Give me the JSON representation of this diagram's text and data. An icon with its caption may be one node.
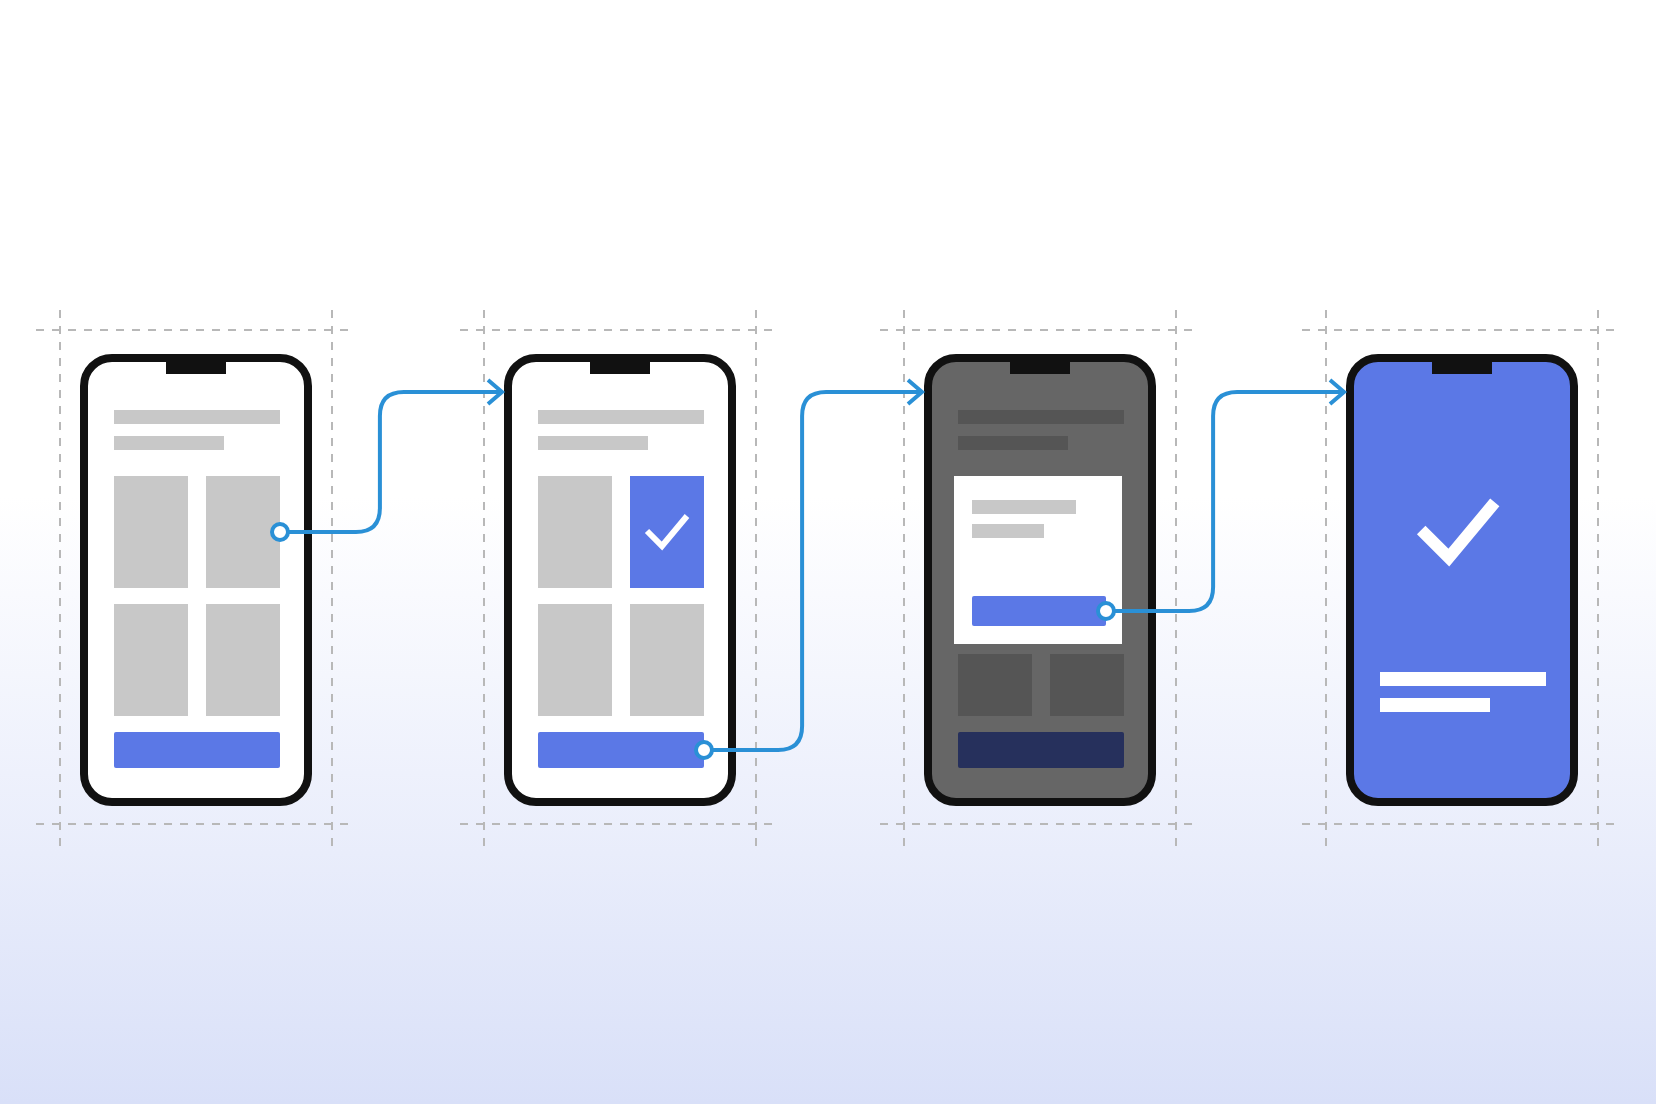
{
  "diagram": {
    "nodes": [
      {
        "text": [],
        "shape": "picture"
      },
      {
        "text": [],
        "shape": "box",
        "in": 0
      },
      {
        "text": [],
        "shape": "box",
        "in": 0
      },
      {
        "text": [],
        "shape": "box",
        "in": 0
      },
      {
        "text": [],
        "shape": "box",
        "in": 0
      },
      {
        "text": [],
        "shape": "bar",
        "in": 0
      },
      {
        "text": [],
        "shape": "picture"
      },
      {
        "text": [],
        "shape": "box",
        "in": 6
      },
      {
        "text": [],
        "shape": "box",
        "in": 6
      },
      {
        "text": [],
        "shape": "box",
        "in": 6
      },
      {
        "text": [],
        "shape": "box",
        "in": 6
      },
      {
        "text": [],
        "shape": "bar",
        "in": 6
      },
      {
        "text": [],
        "shape": "picture"
      },
      {
        "text": [],
        "shape": "box",
        "in": 12
      },
      {
        "text": [],
        "shape": "bar",
        "in": 13
      },
      {
        "text": [],
        "shape": "box",
        "in": 12
      },
      {
        "text": [],
        "shape": "box",
        "in": 12
      },
      {
        "text": [],
        "shape": "bar",
        "in": 12
      },
      {
        "text": [],
        "shape": "picture"
      }
    ],
    "edges": [
      {
        "from": 2,
        "to": 6,
        "arrow": "to"
      },
      {
        "from": 11,
        "to": 12,
        "arrow": "to"
      },
      {
        "from": 14,
        "to": 18,
        "arrow": "to"
      }
    ]
  }
}
